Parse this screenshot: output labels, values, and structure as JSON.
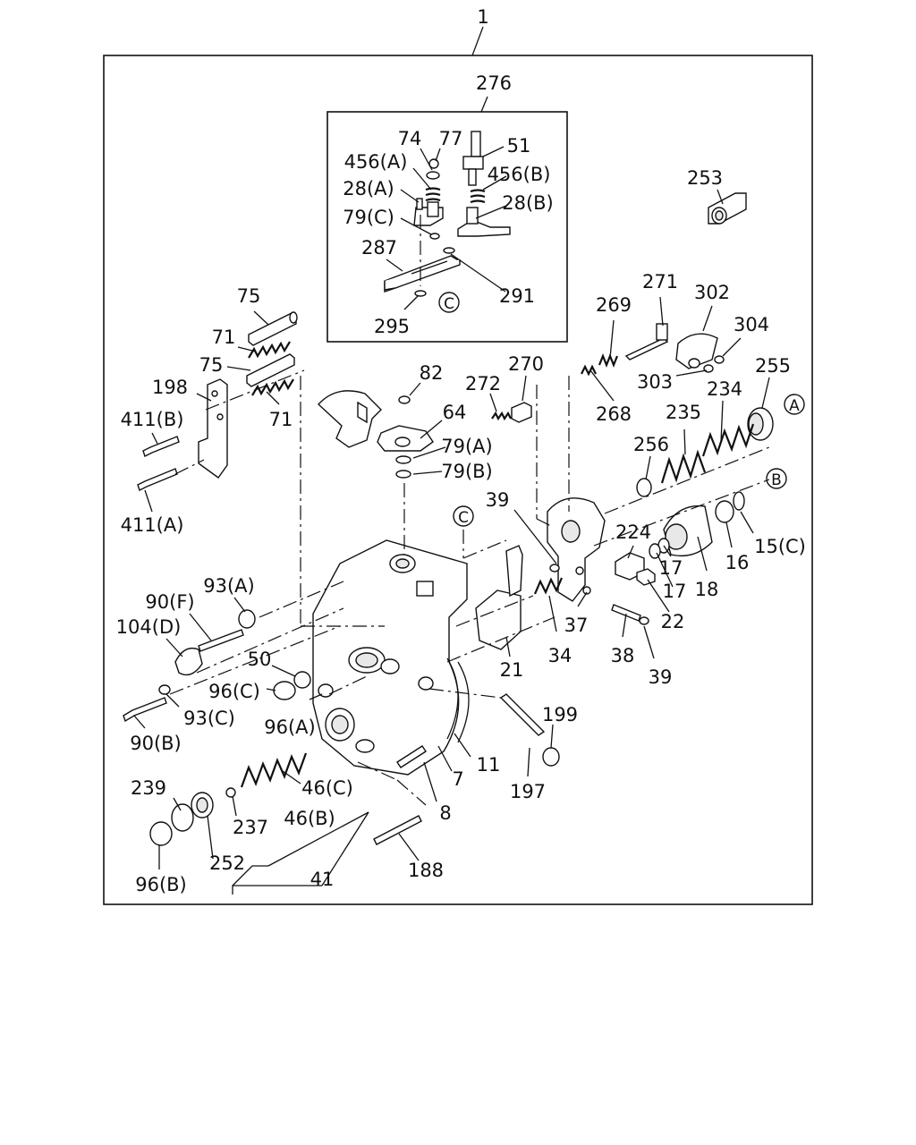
{
  "diagram": {
    "assembly_number": "1",
    "labels": [
      {
        "id": "l-276",
        "text": "276"
      },
      {
        "id": "l-74",
        "text": "74"
      },
      {
        "id": "l-77",
        "text": "77"
      },
      {
        "id": "l-51",
        "text": "51"
      },
      {
        "id": "l-456a",
        "text": "456(A)"
      },
      {
        "id": "l-456b",
        "text": "456(B)"
      },
      {
        "id": "l-28a",
        "text": "28(A)"
      },
      {
        "id": "l-28b",
        "text": "28(B)"
      },
      {
        "id": "l-79c",
        "text": "79(C)"
      },
      {
        "id": "l-287",
        "text": "287"
      },
      {
        "id": "l-291",
        "text": "291"
      },
      {
        "id": "l-295",
        "text": "295"
      },
      {
        "id": "l-253",
        "text": "253"
      },
      {
        "id": "l-75a",
        "text": "75"
      },
      {
        "id": "l-71a",
        "text": "71"
      },
      {
        "id": "l-75b",
        "text": "75"
      },
      {
        "id": "l-198",
        "text": "198"
      },
      {
        "id": "l-71b",
        "text": "71"
      },
      {
        "id": "l-411b",
        "text": "411(B)"
      },
      {
        "id": "l-411a",
        "text": "411(A)"
      },
      {
        "id": "l-82",
        "text": "82"
      },
      {
        "id": "l-64",
        "text": "64"
      },
      {
        "id": "l-79a",
        "text": "79(A)"
      },
      {
        "id": "l-79b",
        "text": "79(B)"
      },
      {
        "id": "l-270",
        "text": "270"
      },
      {
        "id": "l-272",
        "text": "272"
      },
      {
        "id": "l-271",
        "text": "271"
      },
      {
        "id": "l-269",
        "text": "269"
      },
      {
        "id": "l-302",
        "text": "302"
      },
      {
        "id": "l-304",
        "text": "304"
      },
      {
        "id": "l-255",
        "text": "255"
      },
      {
        "id": "l-268",
        "text": "268"
      },
      {
        "id": "l-303",
        "text": "303"
      },
      {
        "id": "l-234",
        "text": "234"
      },
      {
        "id": "l-235",
        "text": "235"
      },
      {
        "id": "l-256",
        "text": "256"
      },
      {
        "id": "l-39a",
        "text": "39"
      },
      {
        "id": "l-224",
        "text": "224"
      },
      {
        "id": "l-17a",
        "text": "17"
      },
      {
        "id": "l-16",
        "text": "16"
      },
      {
        "id": "l-15c",
        "text": "15(C)"
      },
      {
        "id": "l-17b",
        "text": "17"
      },
      {
        "id": "l-18",
        "text": "18"
      },
      {
        "id": "l-22",
        "text": "22"
      },
      {
        "id": "l-37",
        "text": "37"
      },
      {
        "id": "l-34",
        "text": "34"
      },
      {
        "id": "l-38",
        "text": "38"
      },
      {
        "id": "l-39b",
        "text": "39"
      },
      {
        "id": "l-21",
        "text": "21"
      },
      {
        "id": "l-93a",
        "text": "93(A)"
      },
      {
        "id": "l-90f",
        "text": "90(F)"
      },
      {
        "id": "l-104d",
        "text": "104(D)"
      },
      {
        "id": "l-50",
        "text": "50"
      },
      {
        "id": "l-96c",
        "text": "96(C)"
      },
      {
        "id": "l-93c",
        "text": "93(C)"
      },
      {
        "id": "l-96a",
        "text": "96(A)"
      },
      {
        "id": "l-90b",
        "text": "90(B)"
      },
      {
        "id": "l-199",
        "text": "199"
      },
      {
        "id": "l-11",
        "text": "11"
      },
      {
        "id": "l-7",
        "text": "7"
      },
      {
        "id": "l-197",
        "text": "197"
      },
      {
        "id": "l-46c",
        "text": "46(C)"
      },
      {
        "id": "l-8",
        "text": "8"
      },
      {
        "id": "l-239",
        "text": "239"
      },
      {
        "id": "l-46b",
        "text": "46(B)"
      },
      {
        "id": "l-237",
        "text": "237"
      },
      {
        "id": "l-252",
        "text": "252"
      },
      {
        "id": "l-188",
        "text": "188"
      },
      {
        "id": "l-41",
        "text": "41"
      },
      {
        "id": "l-96b",
        "text": "96(B)"
      }
    ],
    "reference_markers": [
      {
        "id": "m-a",
        "text": "A"
      },
      {
        "id": "m-b",
        "text": "B"
      },
      {
        "id": "m-c1",
        "text": "C"
      },
      {
        "id": "m-c2",
        "text": "C"
      }
    ]
  }
}
